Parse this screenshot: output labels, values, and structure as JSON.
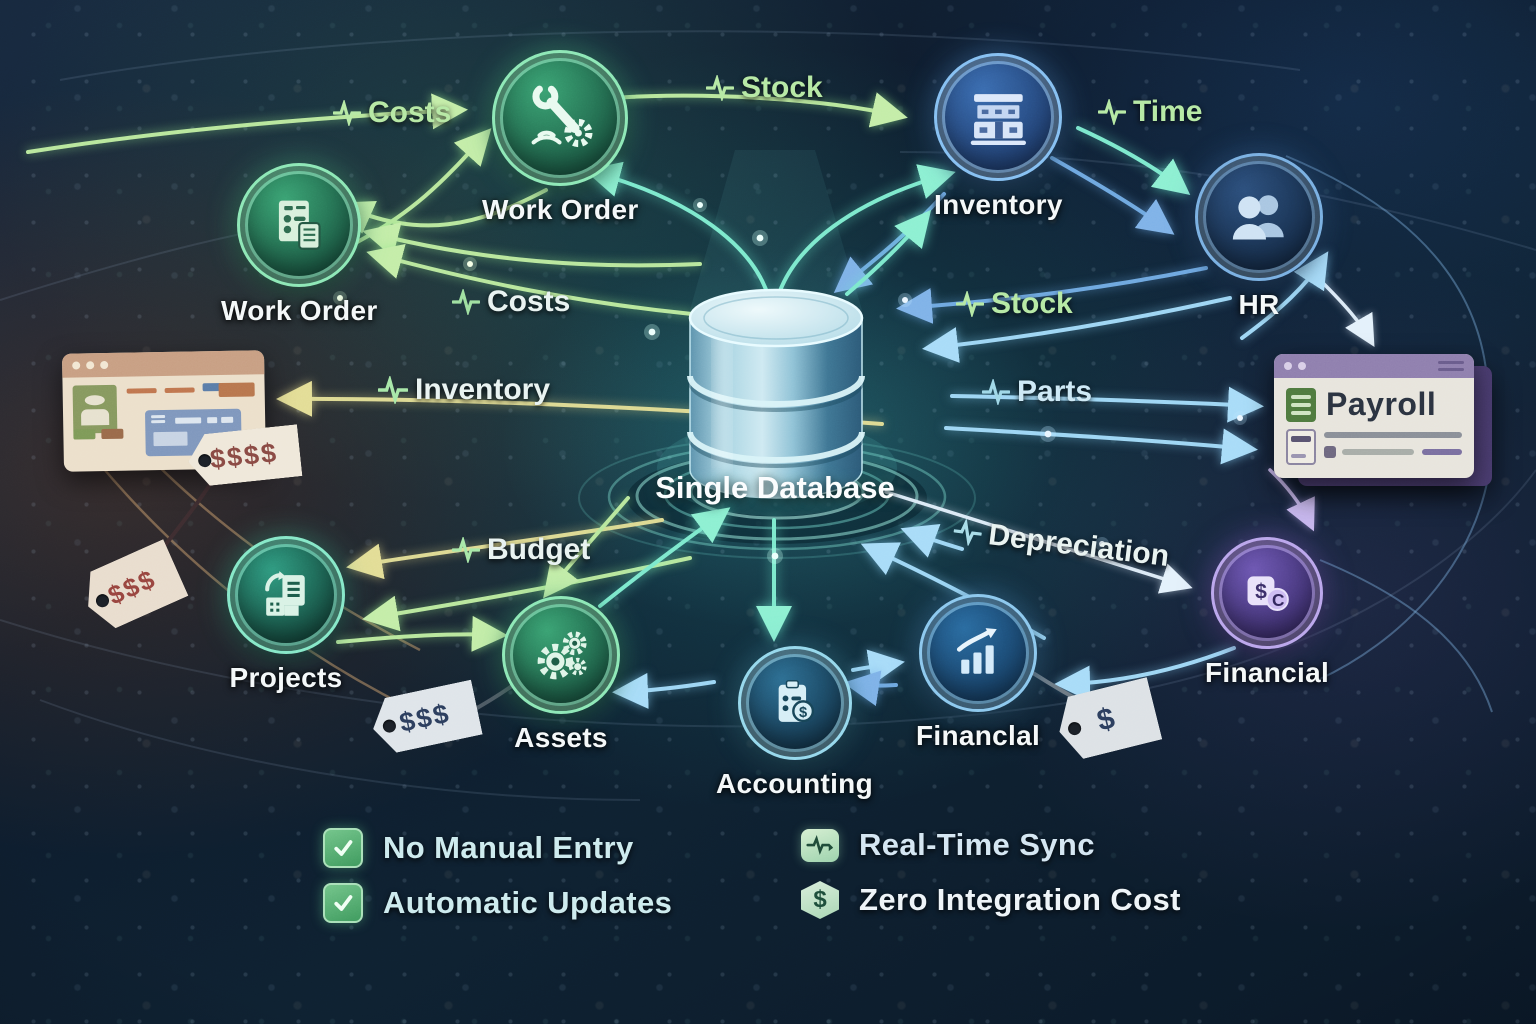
{
  "diagram": {
    "center": {
      "label": "Single Database",
      "icon": "database-icon"
    },
    "nodes": [
      {
        "id": "work-order-top",
        "label": "Work Order",
        "icon": "wrench-gear-icon",
        "color": "green"
      },
      {
        "id": "inventory",
        "label": "Inventory",
        "icon": "warehouse-icon",
        "color": "blue"
      },
      {
        "id": "hr",
        "label": "HR",
        "icon": "people-icon",
        "color": "dark-blue"
      },
      {
        "id": "work-order-left",
        "label": "Work Order",
        "icon": "work-order-document-icon",
        "color": "green"
      },
      {
        "id": "projects",
        "label": "Projects",
        "icon": "project-report-icon",
        "color": "teal-green"
      },
      {
        "id": "assets",
        "label": "Assets",
        "icon": "gears-icon",
        "color": "green"
      },
      {
        "id": "accounting",
        "label": "Accounting",
        "icon": "clipboard-dollar-icon",
        "color": "teal-blue"
      },
      {
        "id": "financial-chart",
        "label": "Financlal",
        "icon": "bar-chart-icon",
        "color": "blue"
      },
      {
        "id": "financial-wallet",
        "label": "Financial",
        "icon": "currency-wallet-icon",
        "color": "purple"
      }
    ],
    "flow_labels": [
      {
        "id": "costs-top",
        "text": "Costs",
        "icon": "pulse-icon"
      },
      {
        "id": "stock-top",
        "text": "Stock",
        "icon": "pulse-icon"
      },
      {
        "id": "time",
        "text": "Time",
        "icon": "pulse-icon"
      },
      {
        "id": "costs-mid",
        "text": "Costs",
        "icon": "pulse-icon"
      },
      {
        "id": "inventory-flow",
        "text": "Inventory",
        "icon": "pulse-icon"
      },
      {
        "id": "stock-mid",
        "text": "Stock",
        "icon": "pulse-icon"
      },
      {
        "id": "parts",
        "text": "Parts",
        "icon": "pulse-icon"
      },
      {
        "id": "budget",
        "text": "Budget",
        "icon": "pulse-icon"
      },
      {
        "id": "depreciation",
        "text": "Depreciation",
        "icon": "pulse-icon"
      }
    ],
    "windows": {
      "payroll_title": "Payroll"
    },
    "price_tags": [
      {
        "id": "tag-browser",
        "text": "$$$$"
      },
      {
        "id": "tag-browser-2",
        "text": "$$$"
      },
      {
        "id": "tag-assets",
        "text": "$$$"
      },
      {
        "id": "tag-financial",
        "text": "$"
      }
    ],
    "benefits": [
      {
        "icon": "check-icon",
        "label": "No Manual Entry"
      },
      {
        "icon": "check-icon",
        "label": "Automatic Updates"
      },
      {
        "icon": "pulse-icon",
        "label": "Real-Time Sync"
      },
      {
        "icon": "dollar-hex-icon",
        "label": "Zero Integration Cost"
      }
    ],
    "colors": {
      "background": "#0d1b2c",
      "green_node": "#2f8a63",
      "blue_node": "#2f5c9e",
      "purple_node": "#6450a8",
      "teal_accent": "#7de9cd",
      "green_label": "#b6e9a4"
    }
  }
}
